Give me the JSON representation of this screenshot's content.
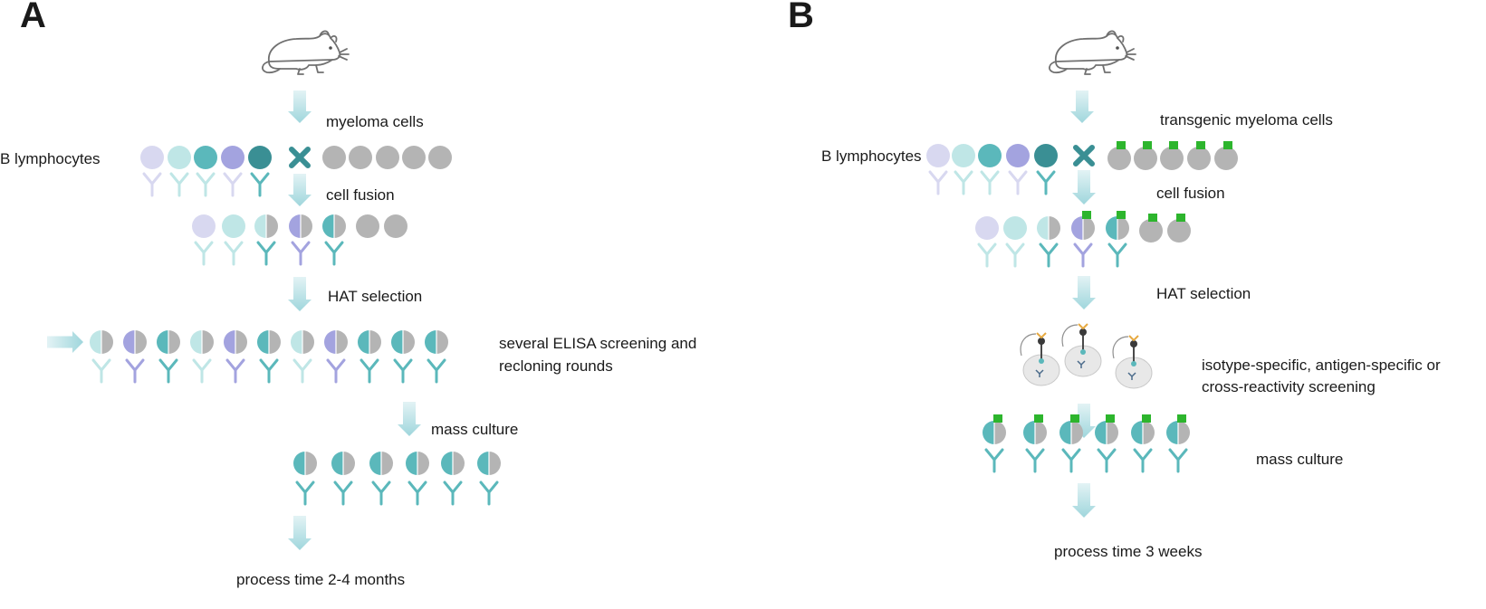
{
  "panel_a": {
    "letter": "A",
    "b_lymphocytes": "B lymphocytes",
    "myeloma": "myeloma cells",
    "cell_fusion": "cell fusion",
    "hat": "HAT selection",
    "screen_1": "several ELISA screening and",
    "screen_2": "recloning rounds",
    "mass_culture": "mass culture",
    "process_time": "process time 2-4 months"
  },
  "panel_b": {
    "letter": "B",
    "b_lymphocytes": "B lymphocytes",
    "myeloma": "transgenic myeloma cells",
    "cell_fusion": "cell fusion",
    "hat": "HAT selection",
    "screen_1": "isotype-specific, antigen-specific or",
    "screen_2": "cross-reactivity screening",
    "mass_culture": "mass culture",
    "process_time": "process time 3 weeks"
  },
  "colors": {
    "arrow": "#b7e0e4",
    "lavender_light": "#d8d8f0",
    "teal_pale": "#bfe6e6",
    "teal": "#5bb8bb",
    "lavender": "#a3a3df",
    "teal_dark": "#3a8f94",
    "gray": "#b4b4b4",
    "green_tag": "#2db52d",
    "cross": "#3a8f94"
  }
}
